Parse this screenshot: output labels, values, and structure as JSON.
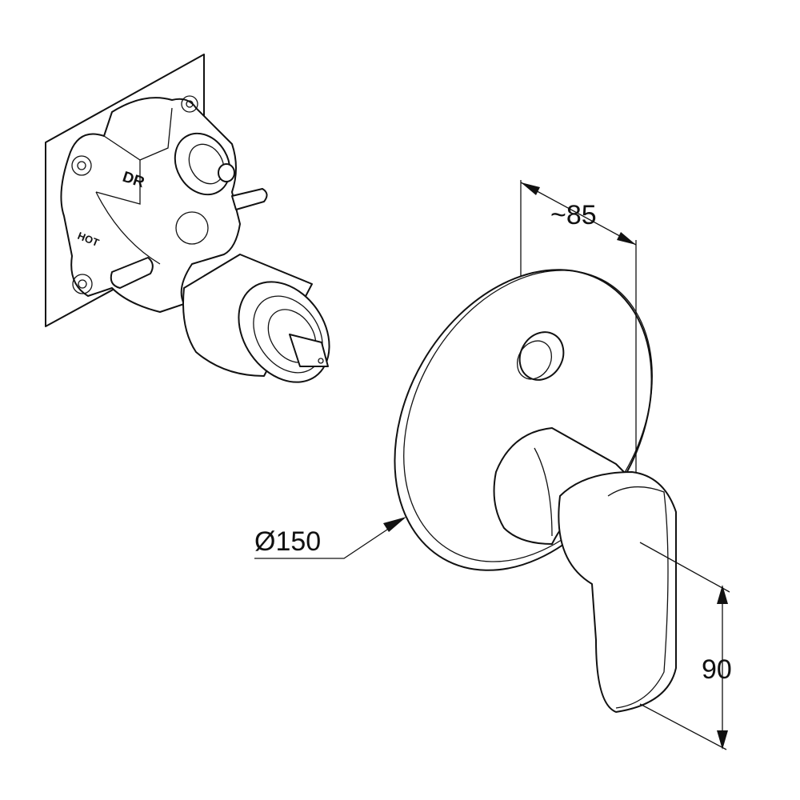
{
  "valve_labels": {
    "dr": "DR",
    "hot": "HOT"
  },
  "dimensions": {
    "depth": "~85",
    "diameter": "Ø150",
    "lever_length": "90"
  }
}
